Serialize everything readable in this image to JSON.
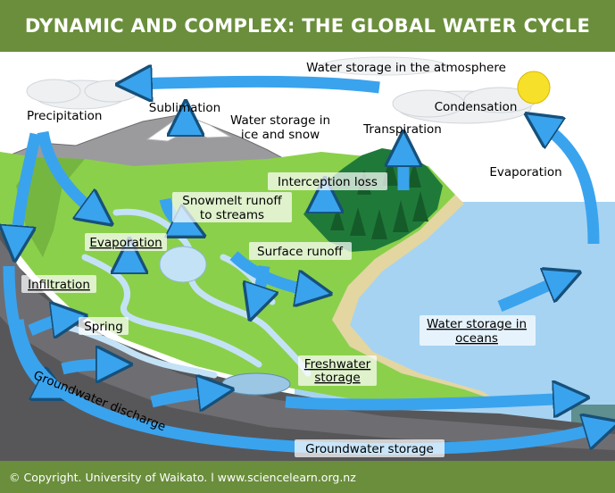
{
  "title": "DYNAMIC AND COMPLEX: THE GLOBAL WATER CYCLE",
  "footer": "© Copyright. University of Waikato. l www.sciencelearn.org.nz",
  "colors": {
    "banner": "#6a8e3b",
    "arrow": "#3aa3ee",
    "ocean": "#a6d3f2",
    "land": "#8bd04a",
    "forest": "#1f7a3a",
    "sun": "#f7e02a"
  },
  "labels": {
    "atmosphere": "Water storage in the atmosphere",
    "precipitation": "Precipitation",
    "sublimation": "Sublimation",
    "ice_snow_1": "Water storage in",
    "ice_snow_2": "ice and snow",
    "condensation": "Condensation",
    "transpiration": "Transpiration",
    "evaporation_sea": "Evaporation",
    "interception": "Interception loss",
    "snowmelt_1": "Snowmelt runoff",
    "snowmelt_2": "to streams",
    "evaporation_land": "Evaporation",
    "surface_runoff": "Surface runoff",
    "infiltration": "Infiltration",
    "spring": "Spring",
    "oceans_1": "Water storage in",
    "oceans_2": "oceans",
    "freshwater_1": "Freshwater",
    "freshwater_2": "storage",
    "gw_discharge": "Groundwater discharge",
    "gw_storage": "Groundwater storage"
  }
}
